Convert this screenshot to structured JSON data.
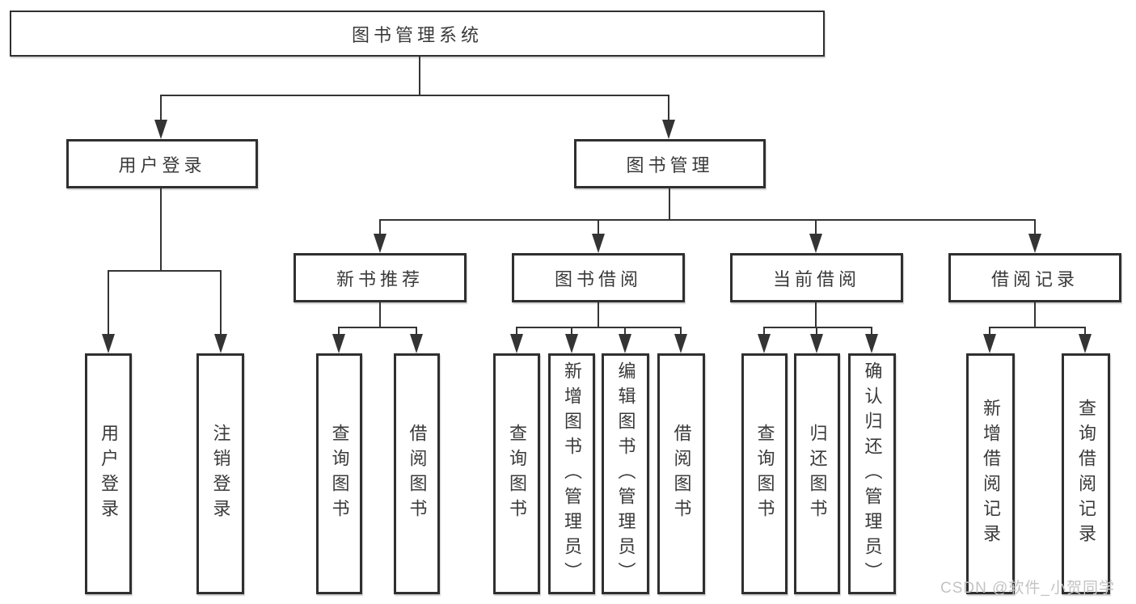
{
  "diagram": {
    "root": {
      "label": "图书管理系统"
    },
    "branches": [
      {
        "label": "用户登录",
        "children": [
          "用户登录",
          "注销登录"
        ]
      },
      {
        "label": "图书管理"
      }
    ],
    "modules": [
      {
        "label": "新书推荐",
        "children": [
          "查询图书",
          "借阅图书"
        ]
      },
      {
        "label": "图书借阅",
        "children": [
          "查询图书",
          "新增图书（管理员）",
          "编辑图书（管理员）",
          "借阅图书"
        ]
      },
      {
        "label": "当前借阅",
        "children": [
          "查询图书",
          "归还图书",
          "确认归还（管理员）"
        ]
      },
      {
        "label": "借阅记录",
        "children": [
          "新增借阅记录",
          "查询借阅记录"
        ]
      }
    ]
  },
  "watermark": {
    "text": "CSDN @软件_小贺同学"
  },
  "colors": {
    "line": "#343434",
    "border": "#2f2f2f",
    "text": "#3a3a3a",
    "watermark": "#c3c3c3",
    "background": "#ffffff"
  }
}
